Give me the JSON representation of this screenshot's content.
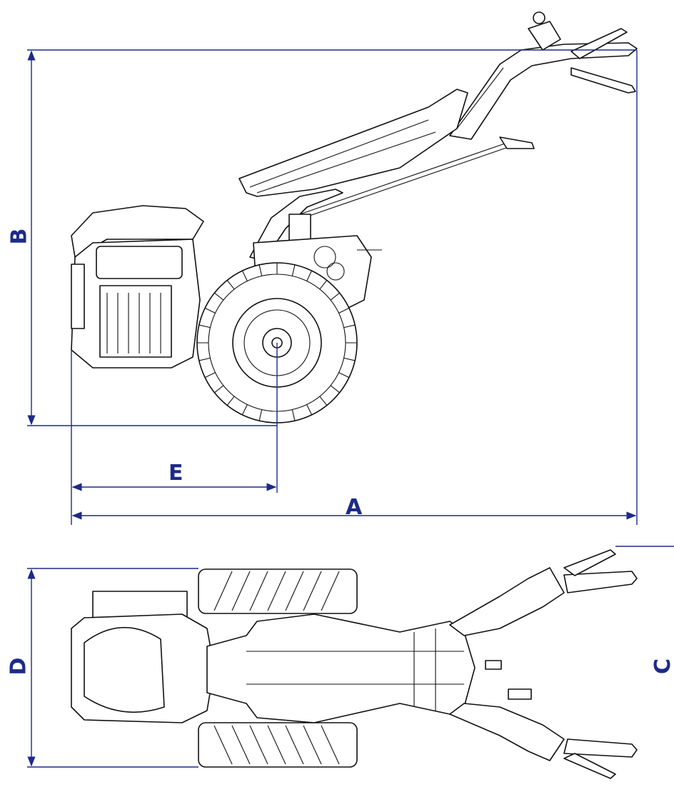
{
  "dimension_labels": {
    "A": "A",
    "B": "B",
    "C": "C",
    "D": "D",
    "E": "E"
  },
  "views": {
    "side_view": "side",
    "top_view": "top"
  },
  "colors": {
    "dimension_line": "#1d2a8a",
    "drawing_ink": "#111111",
    "background": "#ffffff"
  }
}
